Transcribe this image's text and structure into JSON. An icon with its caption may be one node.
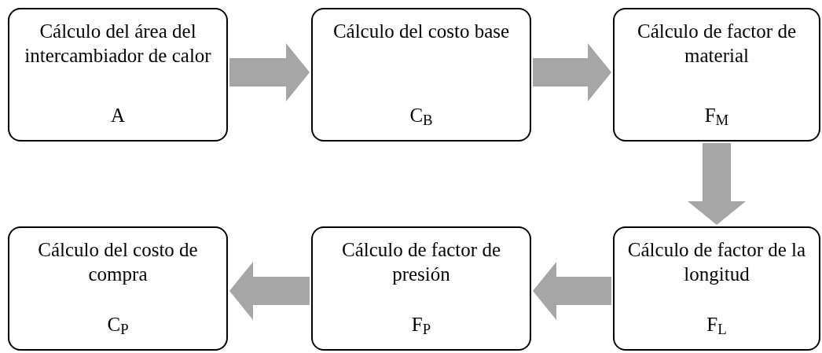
{
  "diagram": {
    "nodes": [
      {
        "text": [
          "Cálculo del área del intercambiador de calor",
          "A"
        ]
      },
      {
        "text": [
          "Cálculo del costo base",
          "C$_{B}$"
        ]
      },
      {
        "text": [
          "Cálculo de factor de material",
          "F$_{M}$"
        ]
      },
      {
        "text": [
          "Cálculo de factor de la longitud",
          "F$_{L}$"
        ]
      },
      {
        "text": [
          "Cálculo de factor de presión",
          "F$_{P}$"
        ]
      },
      {
        "text": [
          "Cálculo del costo de compra",
          "C$_{P}$"
        ]
      }
    ],
    "edges": [
      {
        "from": 0,
        "to": 1,
        "arrow": "to"
      },
      {
        "from": 1,
        "to": 2,
        "arrow": "to"
      },
      {
        "from": 2,
        "to": 3,
        "arrow": "to"
      },
      {
        "from": 3,
        "to": 4,
        "arrow": "to"
      },
      {
        "from": 4,
        "to": 5,
        "arrow": "to"
      }
    ]
  }
}
